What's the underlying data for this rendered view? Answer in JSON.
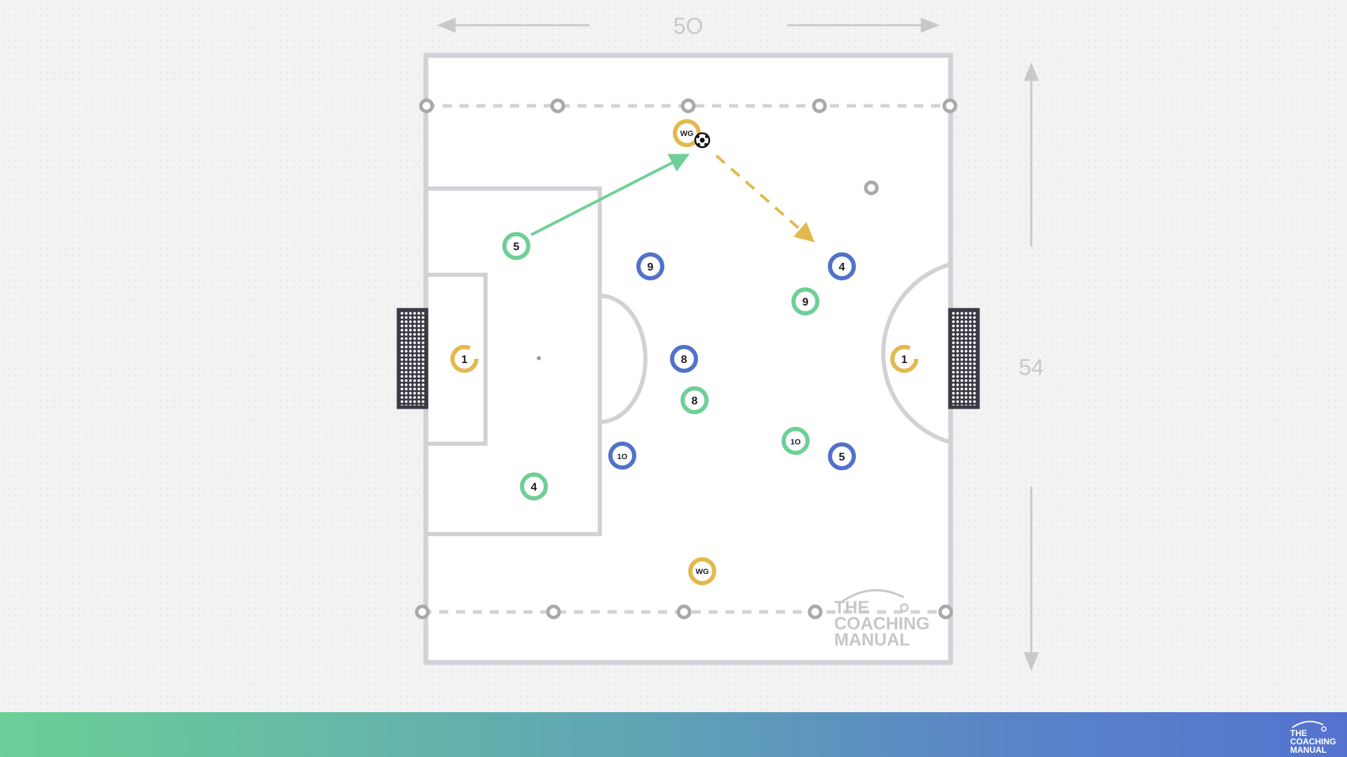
{
  "dimensions": {
    "width_label": "5O",
    "length_label": "54"
  },
  "logo": {
    "line1": "THE",
    "line2": "COACHING",
    "line3": "MANUAL"
  },
  "colors": {
    "green_team": "#6fcf97",
    "blue_team": "#5272c9",
    "neutral_yellow": "#e3b94d",
    "pitch_lines": "#d2d2d6",
    "cones": "#a9a9ad",
    "goal": "#3a3a44",
    "pass_green": "#6fcf97",
    "pass_yellow": "#e3b94d"
  },
  "players": {
    "green": [
      {
        "label": "5"
      },
      {
        "label": "4"
      },
      {
        "label": "9"
      },
      {
        "label": "8"
      },
      {
        "label": "1O"
      }
    ],
    "blue": [
      {
        "label": "9"
      },
      {
        "label": "4"
      },
      {
        "label": "8"
      },
      {
        "label": "1O"
      },
      {
        "label": "5"
      }
    ],
    "yellow": [
      {
        "label": "WG"
      },
      {
        "label": "WG"
      },
      {
        "label": "1"
      },
      {
        "label": "1"
      }
    ]
  },
  "icons": {
    "ball": "soccer-ball-icon",
    "goal": "goal-net-icon",
    "cone": "cone-marker-icon"
  }
}
